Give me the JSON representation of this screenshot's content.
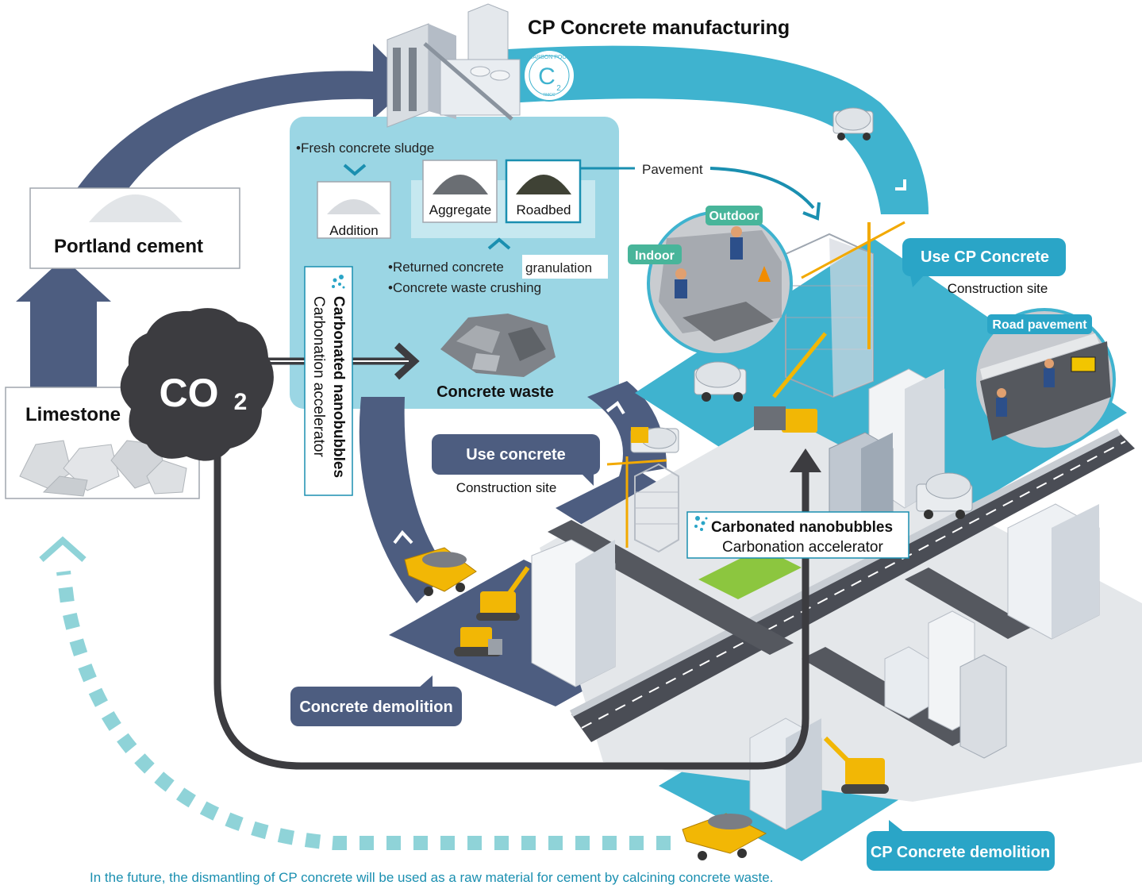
{
  "title": "CP Concrete manufacturing",
  "seal": {
    "top_text": "CARBON POOL",
    "symbol": "C",
    "subscript": "2",
    "bottom_text": "RMCC"
  },
  "sludge_text": "•Fresh concrete sludge",
  "products": {
    "addition": "Addition",
    "aggregate": "Aggregate",
    "roadbed": "Roadbed"
  },
  "returned_concrete": "•Returned concrete",
  "granulation": "granulation",
  "waste_crushing": "•Concrete waste crushing",
  "concrete_waste": "Concrete waste",
  "pavement": "Pavement",
  "portland_cement": "Portland cement",
  "limestone": "Limestone",
  "co2": {
    "symbol": "CO",
    "subscript": "2"
  },
  "nanobubbles_vertical": {
    "title": "Carbonated nanobubbles",
    "subtitle": "Carbonation accelerator"
  },
  "use_concrete": {
    "title": "Use concrete",
    "subtitle": "Construction site"
  },
  "use_cp_concrete": {
    "title": "Use CP Concrete",
    "subtitle": "Construction site"
  },
  "indoor": "Indoor",
  "outdoor": "Outdoor",
  "road_pavement": "Road pavement",
  "nanobubbles_horizontal": {
    "title": "Carbonated nanobubbles",
    "subtitle": "Carbonation accelerator"
  },
  "concrete_demolition": "Concrete demolition",
  "cp_concrete_demolition": "CP Concrete demolition",
  "footer": "In the future, the dismantling of CP concrete will be used as a raw material for cement by calcining concrete waste.",
  "colors": {
    "navy": "#4d5d80",
    "teal": "#3fb3cf",
    "teal_panel": "#9bd6e4",
    "dark_arrow": "#3c3c40",
    "dotted": "#8fd3d8",
    "green_tag": "#48b59a",
    "label_teal": "#2aa5c7"
  },
  "icons": [
    "cement-plant-icon",
    "bubbles-icon",
    "crane-icon",
    "mixer-truck-icon",
    "dump-truck-icon",
    "excavator-icon",
    "bulldozer-icon",
    "building-icon"
  ]
}
